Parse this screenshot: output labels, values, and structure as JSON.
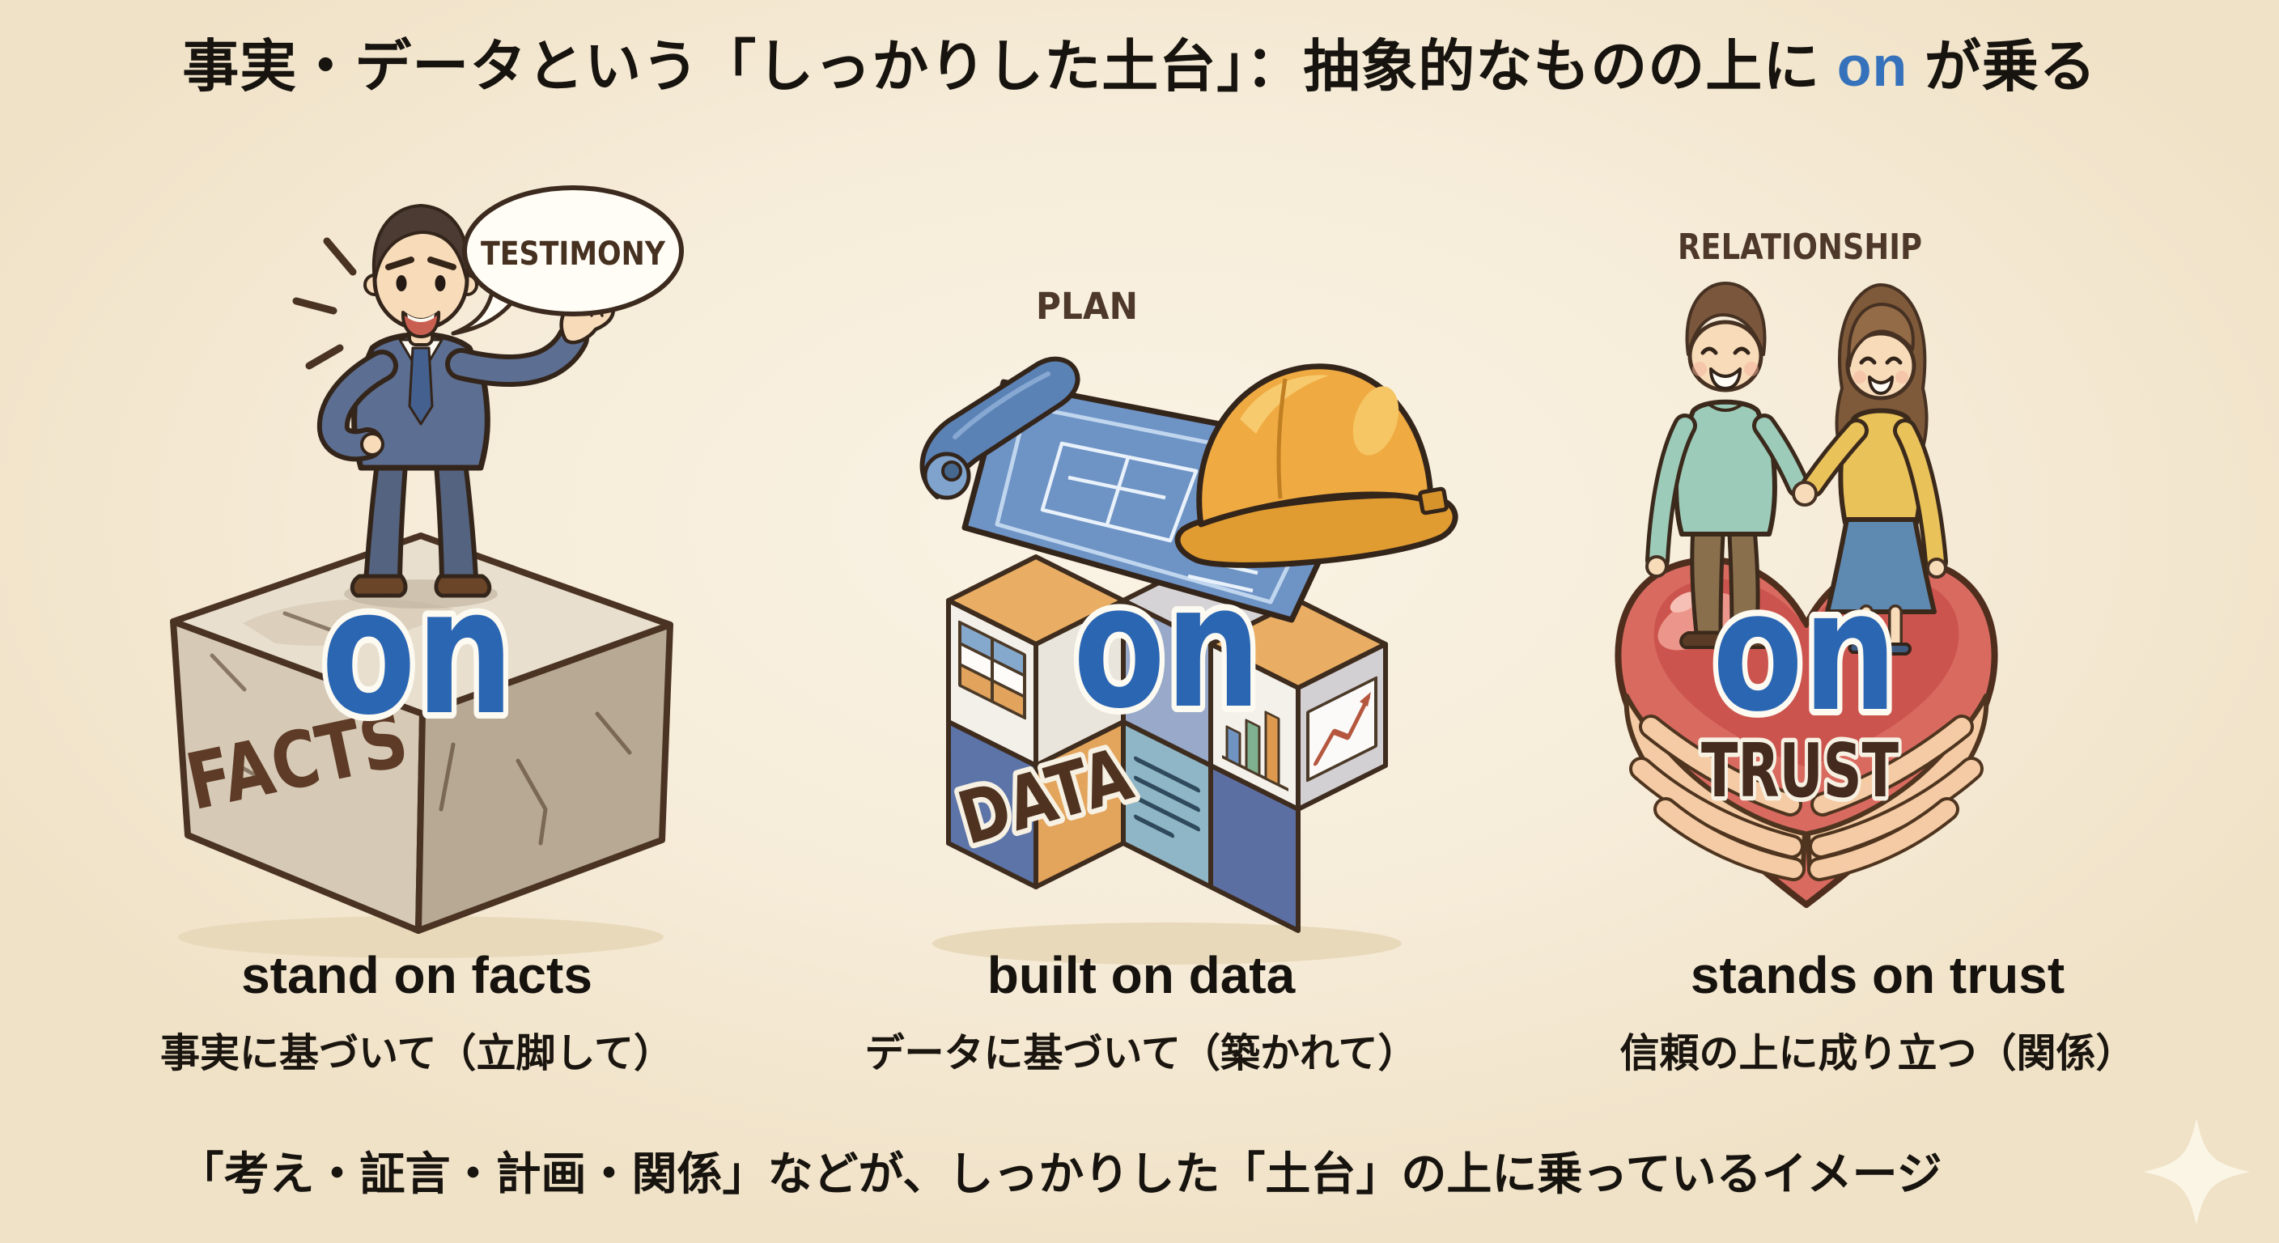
{
  "title": {
    "prefix": "事実・データという「しっかりした土台」：抽象的なものの上に ",
    "highlight": "on",
    "suffix": " が乗る"
  },
  "panels": {
    "facts": {
      "bubble_text": "TESTIMONY",
      "on_word": "on",
      "base_word": "FACTS",
      "caption_en": "stand on facts",
      "caption_ja": "事実に基づいて（立脚して）"
    },
    "data": {
      "label": "PLAN",
      "on_word": "on",
      "base_word": "DATA",
      "caption_en": "built on data",
      "caption_ja": "データに基づいて（築かれて）"
    },
    "trust": {
      "label": "RELATIONSHIP",
      "on_word": "on",
      "base_word": "TRUST",
      "caption_en": "stands on trust",
      "caption_ja": "信頼の上に成り立つ（関係）"
    }
  },
  "footer": {
    "text": "「考え・証言・計画・関係」などが、しっかりした「土台」の上に乗っているイメージ"
  },
  "colors": {
    "background": "#f6ecd9",
    "accent_blue": "#3572bb",
    "on_sticker_blue": "#2b66b3",
    "word_brown": "#5d3b26",
    "label_brown": "#4e382a",
    "text_black": "#17130e",
    "stone_gray": "#d6cab7",
    "suit_navy": "#5c6e91",
    "blueprint_blue": "#6e93c5",
    "hardhat_yellow": "#efaa41",
    "heart_red": "#d96a60",
    "hands_skin": "#f4cba4",
    "sweater_teal": "#9ccbb9",
    "blouse_yellow": "#eac25a",
    "skirt_blue": "#5e8ab2"
  }
}
